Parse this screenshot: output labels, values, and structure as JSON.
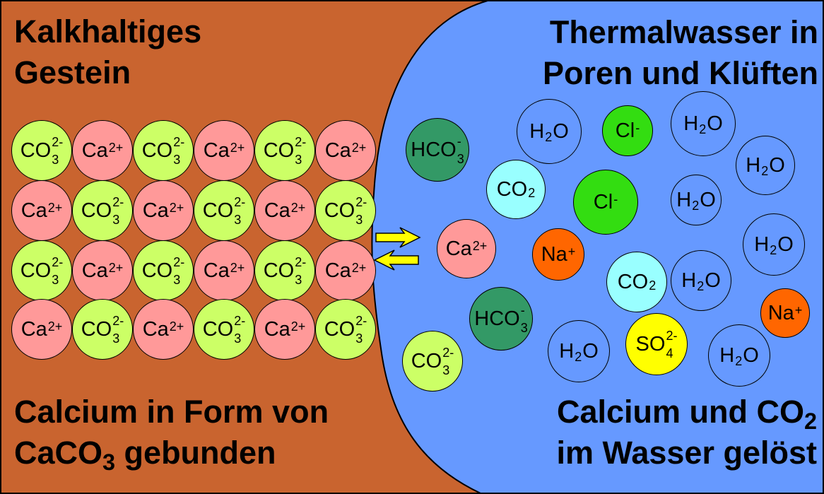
{
  "colors": {
    "rock": "#C9642F",
    "water": "#6699FF",
    "carbonate": "#CCFF66",
    "calcium": "#FF9999",
    "bicarbonate": "#339966",
    "co2": "#99FFFF",
    "chloride": "#33DD11",
    "sodium": "#FF6600",
    "sulfate": "#FFFF00",
    "water_molecule": "#6699FF",
    "arrow": "#FFFF00"
  },
  "labels": {
    "rock_title_1": "Kalkhaltiges",
    "rock_title_2": "Gestein",
    "water_title_1": "Thermalwasser in",
    "water_title_2": "Poren und Klüften",
    "rock_caption_1": "Calcium in Form von",
    "rock_caption_2_pre": "CaCO",
    "rock_caption_2_sub": "3",
    "rock_caption_2_post": " gebunden",
    "water_caption_1_pre": "Calcium und CO",
    "water_caption_1_sub": "2",
    "water_caption_2": "im Wasser gelöst"
  },
  "ions": {
    "co3": {
      "sym": "CO",
      "sup": "2-",
      "sub": "3"
    },
    "ca": {
      "sym": "Ca",
      "sup": "2+",
      "sub": ""
    },
    "hco3": {
      "sym": "HCO",
      "sup": "-",
      "sub": "3"
    },
    "co2": {
      "sym": "CO",
      "sup": "",
      "sub": "2"
    },
    "h2o": {
      "sym": "H",
      "mid": "2",
      "tail": "O"
    },
    "cl": {
      "sym": "Cl",
      "sup": "-",
      "sub": ""
    },
    "na": {
      "sym": "Na",
      "sup": "+",
      "sub": ""
    },
    "so4": {
      "sym": "SO",
      "sup": "2-",
      "sub": "4"
    }
  },
  "lattice": [
    [
      "co3",
      "ca",
      "co3",
      "ca",
      "co3",
      "ca"
    ],
    [
      "ca",
      "co3",
      "ca",
      "co3",
      "ca",
      "co3"
    ],
    [
      "co3",
      "ca",
      "co3",
      "ca",
      "co3",
      "ca"
    ],
    [
      "ca",
      "co3",
      "ca",
      "co3",
      "ca",
      "co3"
    ]
  ],
  "dissolved": [
    "hco3",
    "h2o",
    "cl",
    "h2o",
    "co2",
    "h2o",
    "cl",
    "h2o",
    "ca",
    "na",
    "h2o",
    "co2",
    "h2o",
    "hco3",
    "na",
    "co3",
    "h2o",
    "so4",
    "h2o"
  ]
}
